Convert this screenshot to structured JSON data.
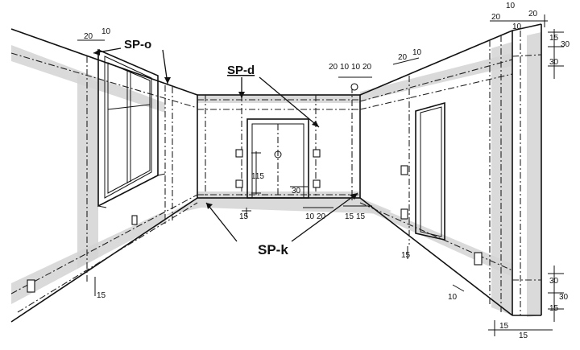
{
  "labels": {
    "sp_o": "SP-o",
    "sp_d": "SP-d",
    "sp_k": "SP-k"
  },
  "dimensions": {
    "left_top_a": "20",
    "left_top_b": "10",
    "left_bottom": "15",
    "center_top_a": "20",
    "center_top_b": "10",
    "center_top_c": "10",
    "center_top_d": "20",
    "center_height": "115",
    "center_side": "30",
    "center_bottom_a": "15",
    "center_bottom_b": "10",
    "center_bottom_c": "20",
    "center_bottom_d": "15",
    "center_bottom_e": "15",
    "right_top_a": "20",
    "right_top_b": "10",
    "right_wall_bottom": "15",
    "right_floor_b": "10",
    "corner_top_a": "20",
    "corner_top_b": "10",
    "corner_top_c": "10",
    "corner_top_d": "20",
    "corner_right_a": "15",
    "corner_right_b": "30",
    "corner_right_c": "30",
    "corner_right_d": "30",
    "corner_right_e": "30",
    "corner_right_f": "15",
    "corner_bottom_a": "15",
    "corner_bottom_b": "15"
  }
}
